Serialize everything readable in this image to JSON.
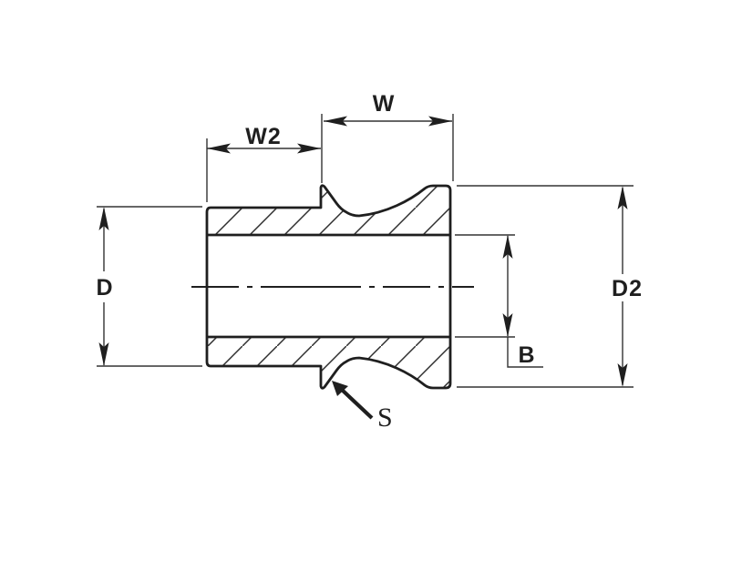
{
  "diagram": {
    "labels": {
      "w2": "W2",
      "w": "W",
      "d": "D",
      "d2": "D2",
      "b": "B",
      "s": "S"
    },
    "colors": {
      "bg": "#ffffff",
      "line": "#1f1f1f",
      "dim": "#333333",
      "hatch": "#2e2e2e"
    }
  }
}
